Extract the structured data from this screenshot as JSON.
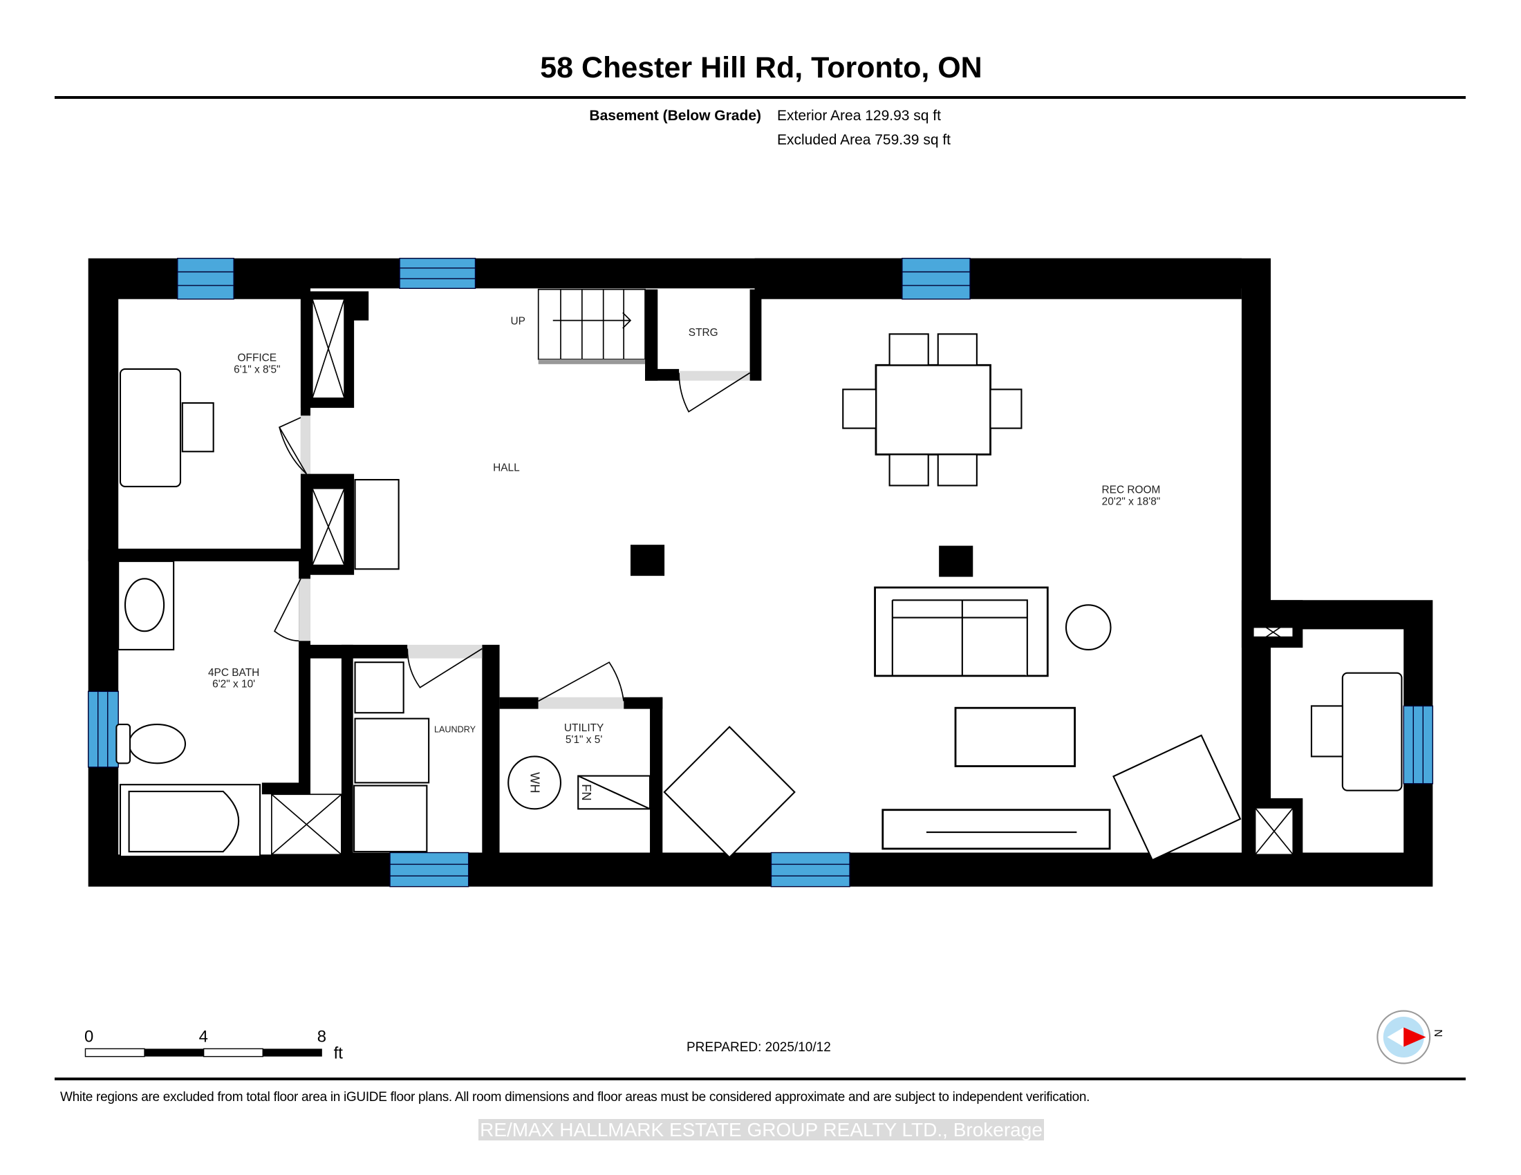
{
  "header": {
    "title": "58 Chester Hill Rd, Toronto, ON",
    "floor_label": "Basement (Below Grade)",
    "exterior_area": "Exterior Area 129.93 sq ft",
    "excluded_area": "Excluded Area 759.39 sq ft"
  },
  "rooms": {
    "office": {
      "name": "OFFICE",
      "dims": "6'1\" x 8'5\""
    },
    "hall": {
      "name": "HALL"
    },
    "stairs": {
      "name": "UP"
    },
    "storage": {
      "name": "STRG"
    },
    "rec_room": {
      "name": "REC ROOM",
      "dims": "20'2\" x 18'8\""
    },
    "bath": {
      "name": "4PC BATH",
      "dims": "6'2\" x 10'"
    },
    "laundry": {
      "name": "LAUNDRY"
    },
    "utility": {
      "name": "UTILITY",
      "dims": "5'1\" x 5'"
    },
    "water_heater": "WH",
    "furnace": "FN"
  },
  "scale": {
    "ticks": [
      "0",
      "4",
      "8"
    ],
    "unit": "ft"
  },
  "compass": {
    "label": "N"
  },
  "prepared": "PREPARED: 2025/10/12",
  "disclaimer": "White regions are excluded from total floor area in iGUIDE floor plans. All room dimensions and floor areas must be considered approximate and are subject to independent verification.",
  "watermark": "RE/MAX HALLMARK ESTATE GROUP REALTY LTD., Brokerage",
  "colors": {
    "wall": "#000000",
    "window": "#4aa8dc",
    "door_gap": "#dddddd"
  }
}
